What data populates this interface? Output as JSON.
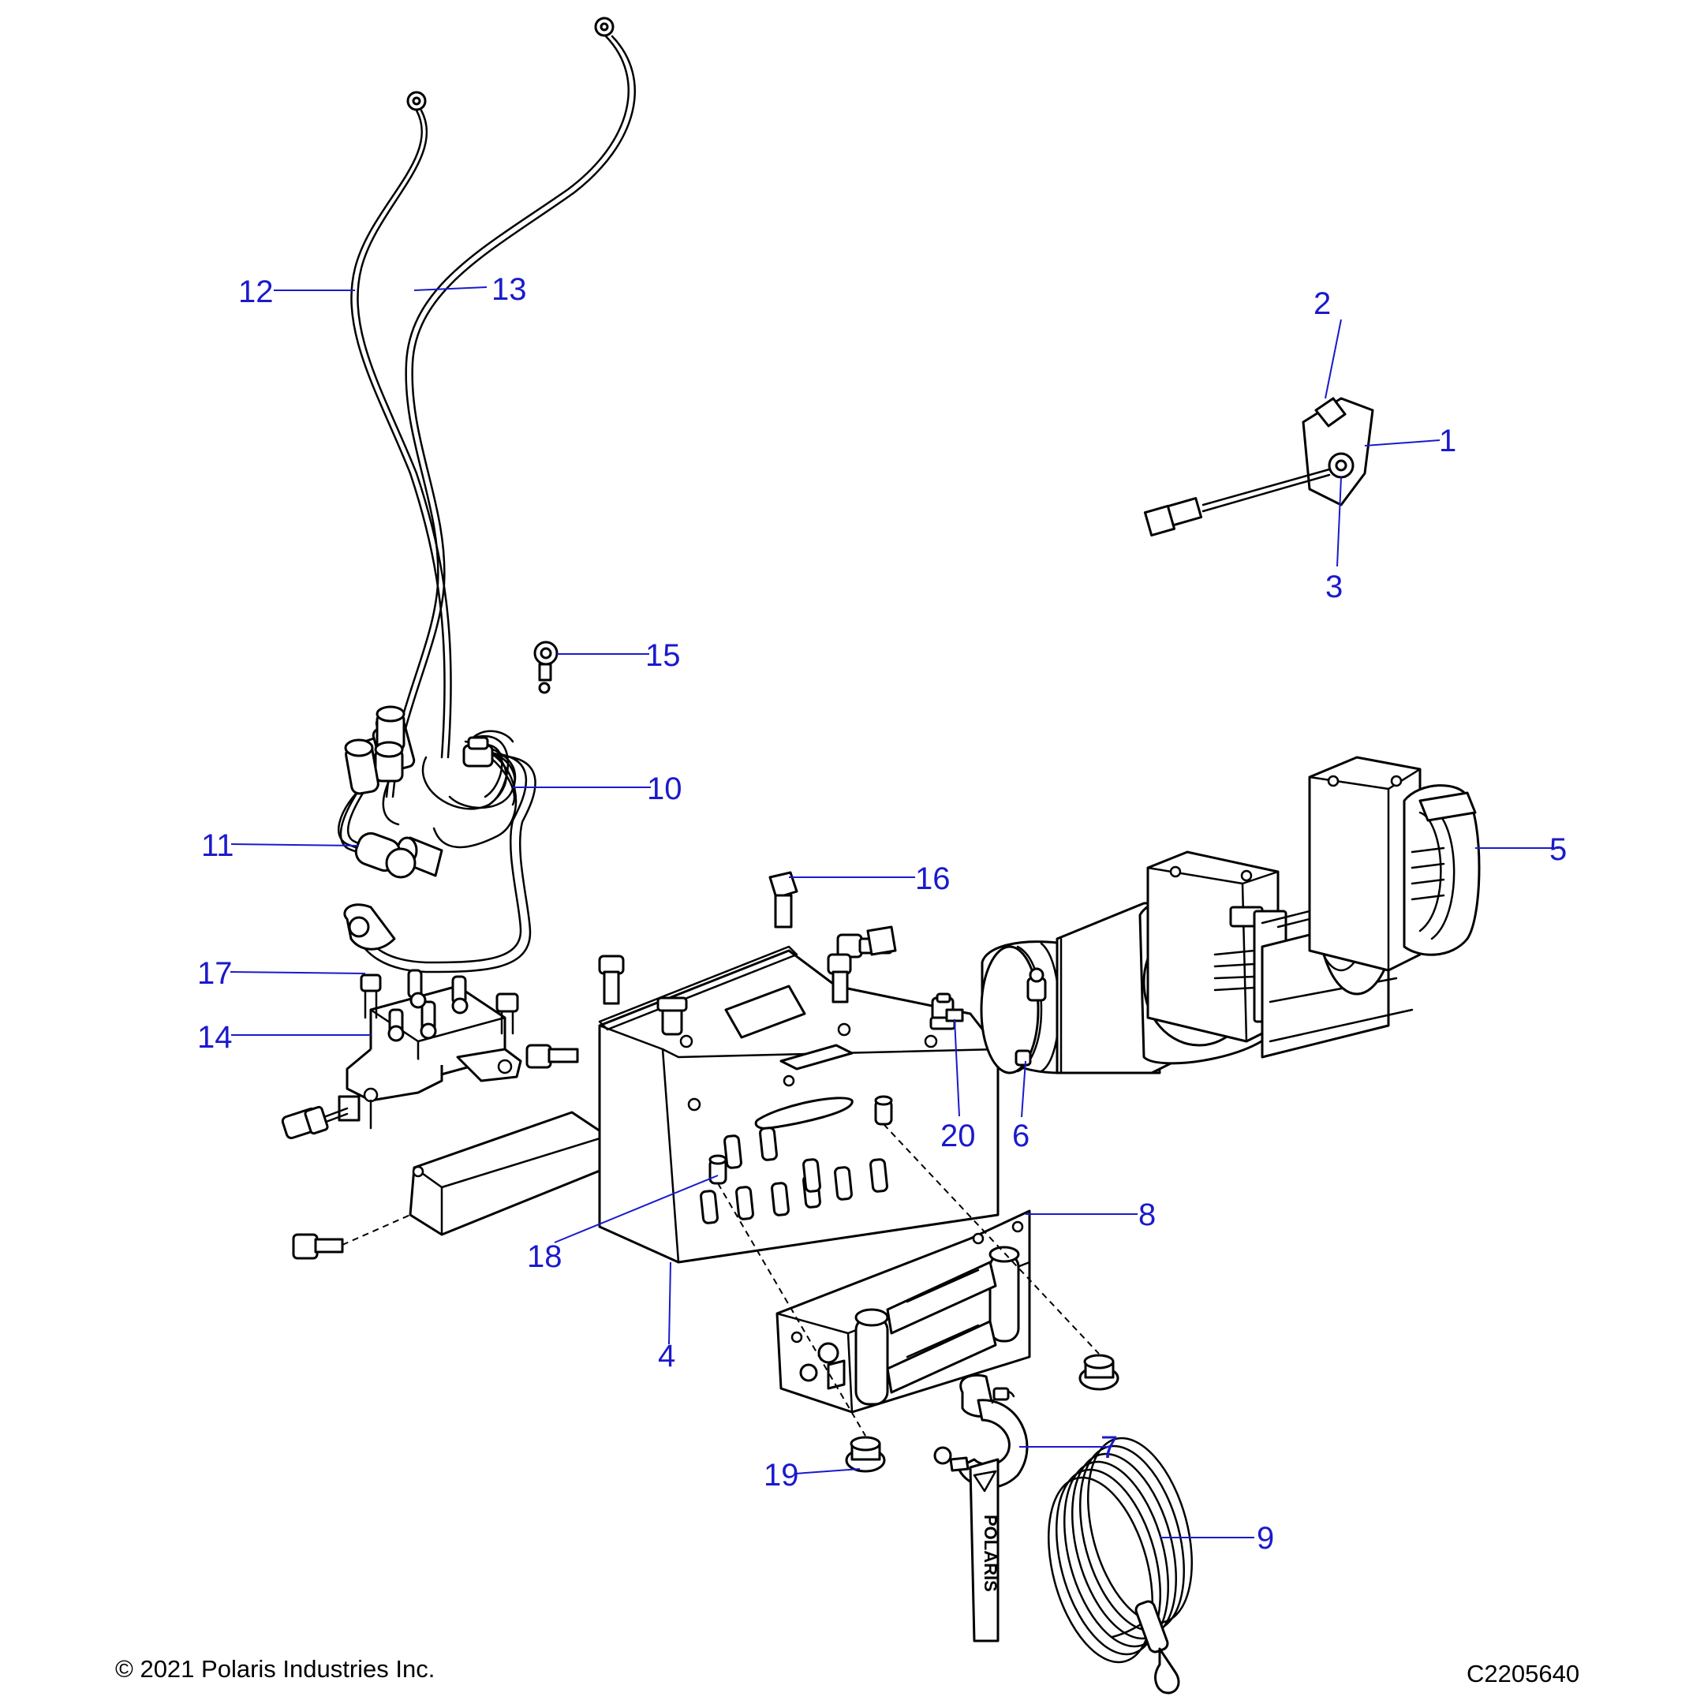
{
  "callouts": [
    {
      "id": "1",
      "label": "1"
    },
    {
      "id": "2",
      "label": "2"
    },
    {
      "id": "3",
      "label": "3"
    },
    {
      "id": "4",
      "label": "4"
    },
    {
      "id": "5",
      "label": "5"
    },
    {
      "id": "6",
      "label": "6"
    },
    {
      "id": "7",
      "label": "7"
    },
    {
      "id": "8",
      "label": "8"
    },
    {
      "id": "9",
      "label": "9"
    },
    {
      "id": "10",
      "label": "10"
    },
    {
      "id": "11",
      "label": "11"
    },
    {
      "id": "12",
      "label": "12"
    },
    {
      "id": "13",
      "label": "13"
    },
    {
      "id": "14",
      "label": "14"
    },
    {
      "id": "15",
      "label": "15"
    },
    {
      "id": "16",
      "label": "16"
    },
    {
      "id": "17",
      "label": "17"
    },
    {
      "id": "18",
      "label": "18"
    },
    {
      "id": "19",
      "label": "19"
    },
    {
      "id": "20",
      "label": "20"
    }
  ],
  "hook_strap_text": "POLARIS",
  "footer": {
    "copyright": "© 2021 Polaris Industries Inc.",
    "drawing_number": "C2205640"
  },
  "colors": {
    "callout": "#1a1acc",
    "linework": "#000000",
    "background": "#ffffff"
  }
}
